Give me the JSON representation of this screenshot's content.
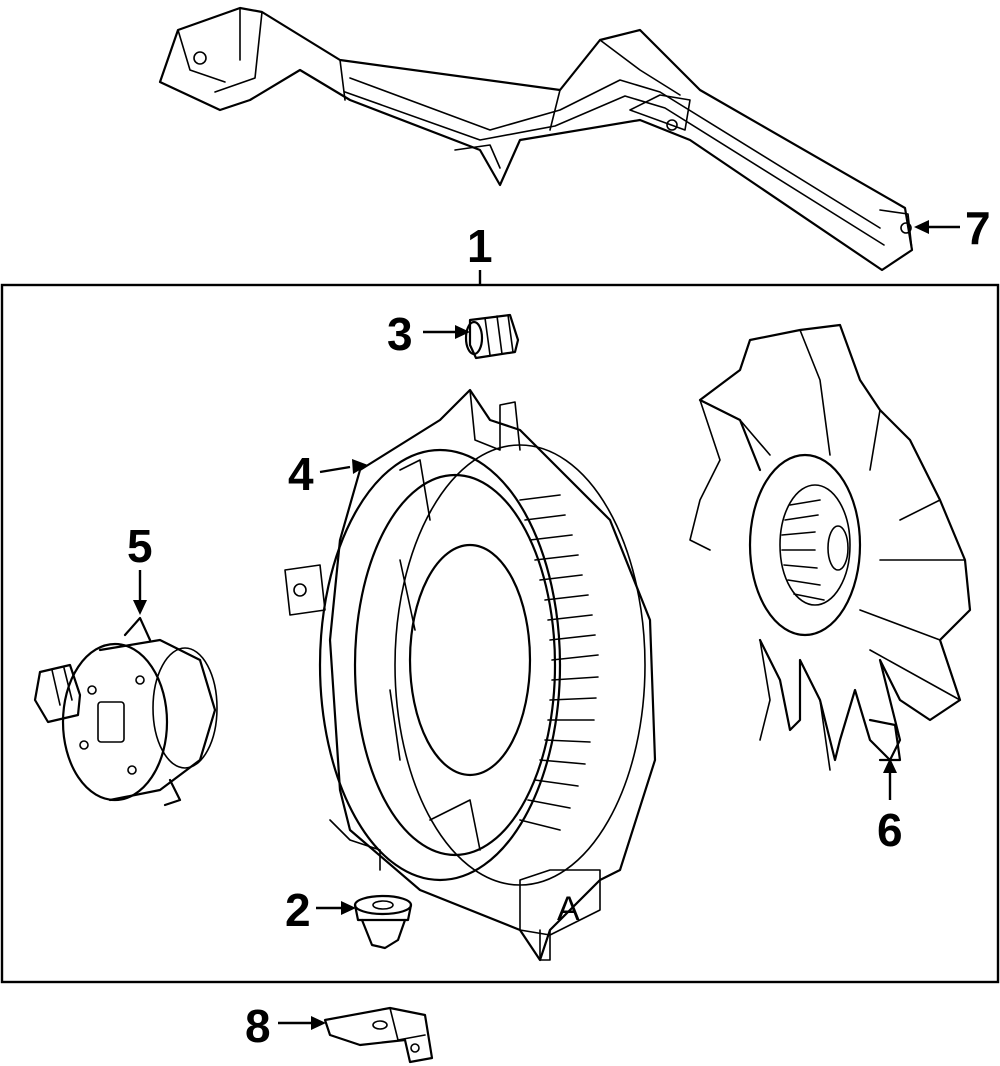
{
  "callouts": [
    {
      "id": "1"
    },
    {
      "id": "2"
    },
    {
      "id": "3"
    },
    {
      "id": "4"
    },
    {
      "id": "5"
    },
    {
      "id": "6"
    },
    {
      "id": "7"
    },
    {
      "id": "8"
    }
  ],
  "shroud_marking": "A",
  "colors": {
    "ink": "#000000",
    "background": "#ffffff"
  }
}
